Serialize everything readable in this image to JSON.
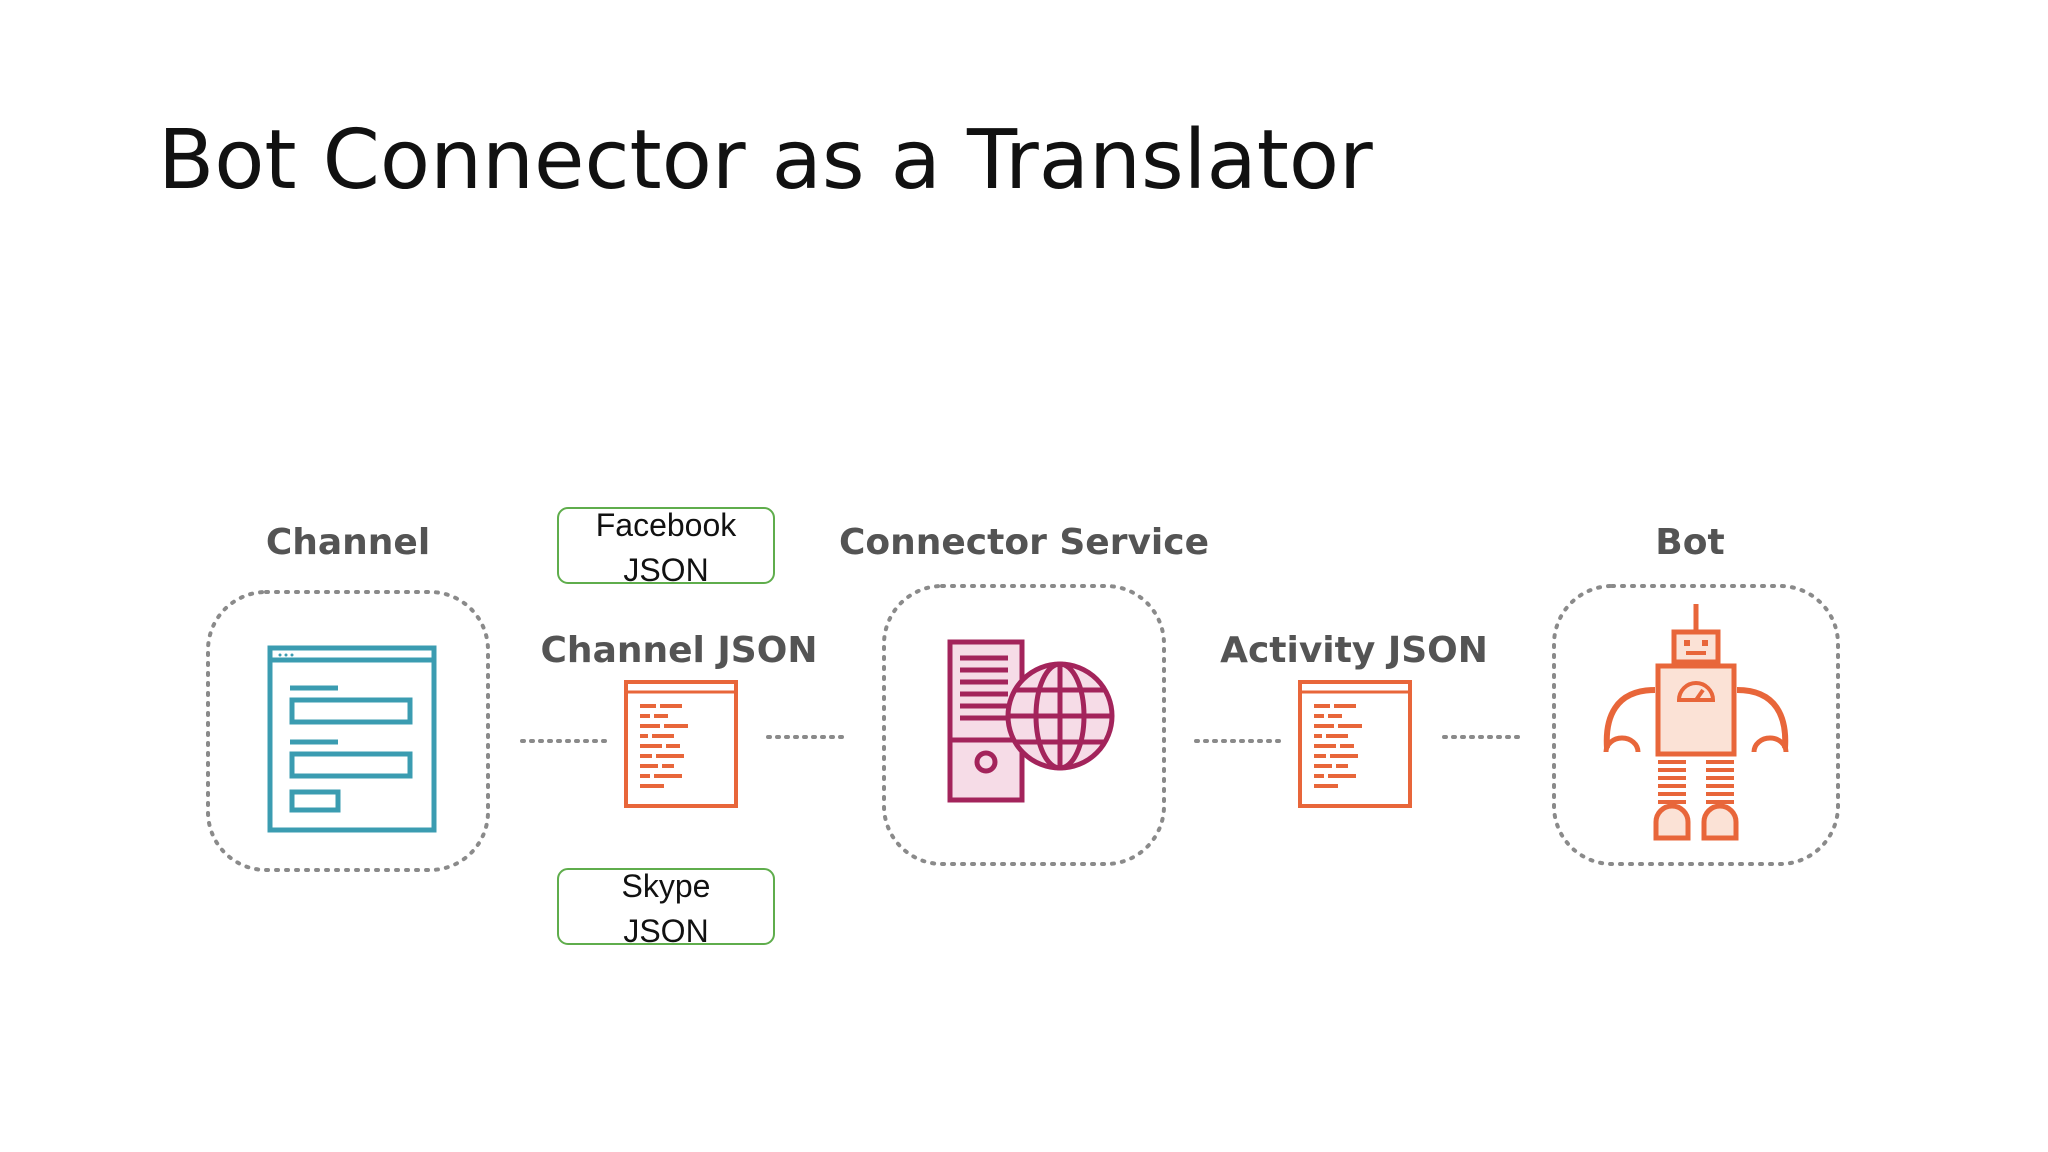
{
  "slide": {
    "title": "Bot Connector as a Translator"
  },
  "diagram": {
    "nodes": {
      "channel": "Channel",
      "channel_json": "Channel JSON",
      "connector_service": "Connector Service",
      "activity_json": "Activity JSON",
      "bot": "Bot"
    },
    "callouts": {
      "facebook": {
        "line1": "Facebook",
        "line2": "JSON"
      },
      "skype": {
        "line1": "Skype",
        "line2": "JSON"
      }
    },
    "icons": {
      "channel": "browser-window-icon",
      "channel_json": "json-document-icon",
      "connector_service": "server-globe-icon",
      "activity_json": "json-document-icon",
      "bot": "robot-icon"
    }
  },
  "colors": {
    "channel": "#3b9cb1",
    "json_document": "#e8663a",
    "connector_service": "#a3245b",
    "bot": "#e8663a",
    "callout_border": "#5fad4c",
    "dotted_border": "#8a8a8a"
  }
}
